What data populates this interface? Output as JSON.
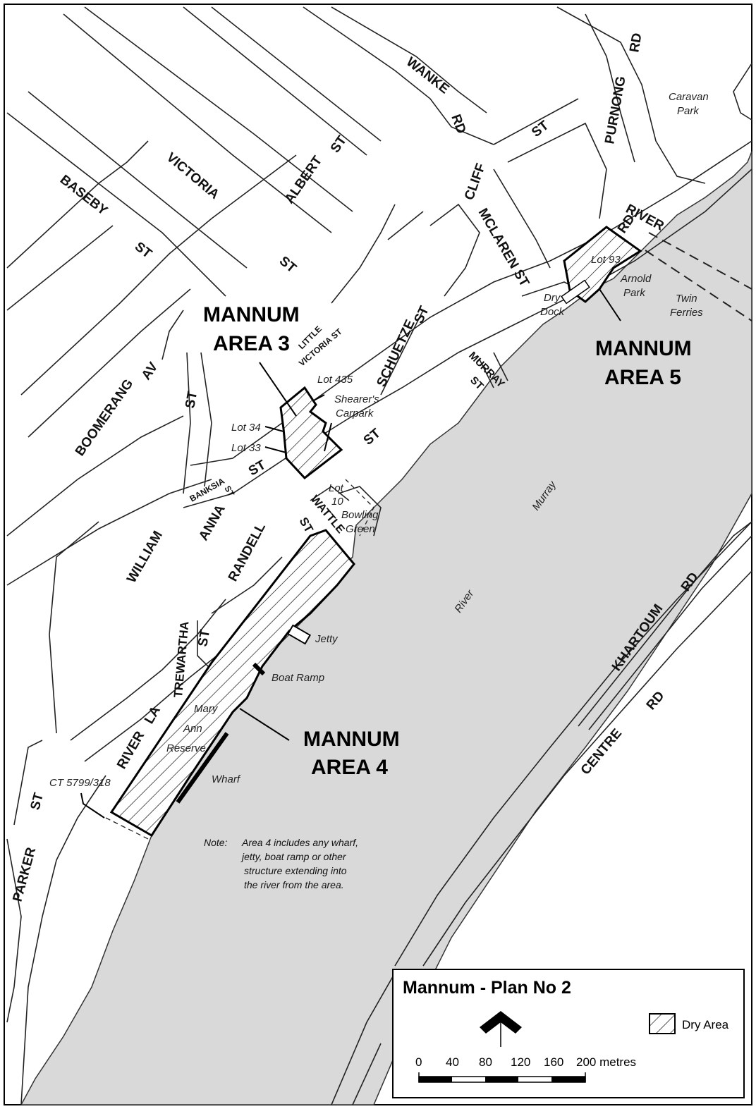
{
  "streets": {
    "wanke": "WANKE",
    "wanke_rd": "RD",
    "purnong": "PURNONG",
    "purnong_rd": "RD",
    "victoria": "VICTORIA",
    "victoria_st": "ST",
    "albert": "ALBERT",
    "albert_st": "ST",
    "baseby": "BASEBY",
    "baseby_st": "ST",
    "cliff": "CLIFF",
    "cliff_st": "ST",
    "mclaren": "MCLAREN ST",
    "river": "RIVER",
    "river_rd": "RD",
    "little": "LITTLE",
    "victoria_st_small": "VICTORIA ST",
    "schuetze": "SCHUETZE",
    "schuetze_st": "ST",
    "murray": "MURRAY",
    "murray_st": "ST",
    "boomerang": "BOOMERANG",
    "boomerang_av": "AV",
    "st_a": "ST",
    "st_b": "ST",
    "st_c": "ST",
    "banksia": "BANKSIA",
    "banksia_st": "ST",
    "anna": "ANNA",
    "william": "WILLIAM",
    "randell": "RANDELL",
    "randell_st": "ST",
    "wattle": "WATTLE",
    "wattle_st": "ST",
    "trewartha": "TREWARTHA",
    "trewartha_st": "ST",
    "river_la": "RIVER",
    "la": "LA",
    "khartoum": "KHARTOUM",
    "khartoum_rd": "RD",
    "centre": "CENTRE",
    "centre_rd": "RD",
    "parker": "PARKER",
    "parker_st": "ST"
  },
  "places": {
    "caravan": "Caravan",
    "park": "Park",
    "lot93": "Lot 93",
    "arnold": "Arnold",
    "arnold_park": "Park",
    "dry": "Dry",
    "dock": "Dock",
    "twin": "Twin",
    "ferries": "Ferries",
    "lot435": "Lot 435",
    "shearers": "Shearer's",
    "carpark": "Carpark",
    "lot34": "Lot 34",
    "lot33": "Lot 33",
    "lot": "Lot",
    "ten": "10",
    "bowling": "Bowling",
    "green": "Green",
    "jetty": "Jetty",
    "boat_ramp": "Boat Ramp",
    "mary": "Mary",
    "ann": "Ann",
    "reserve": "Reserve",
    "wharf": "Wharf",
    "ct": "CT 5799/318",
    "murray_river": "Murray",
    "river": "River"
  },
  "areas": {
    "area3_l1": "MANNUM",
    "area3_l2": "AREA 3",
    "area4_l1": "MANNUM",
    "area4_l2": "AREA 4",
    "area5_l1": "MANNUM",
    "area5_l2": "AREA 5"
  },
  "note": {
    "label": "Note:",
    "l1": "Area 4 includes any wharf,",
    "l2": "jetty, boat ramp or other",
    "l3": "structure extending into",
    "l4": "the river from the area."
  },
  "legend": {
    "title": "Mannum - Plan No 2",
    "dry_area": "Dry Area",
    "scale": [
      "0",
      "40",
      "80",
      "120",
      "160",
      "200 metres"
    ]
  },
  "colors": {
    "river": "#d9d9d9",
    "line": "#222222",
    "background": "#ffffff"
  }
}
